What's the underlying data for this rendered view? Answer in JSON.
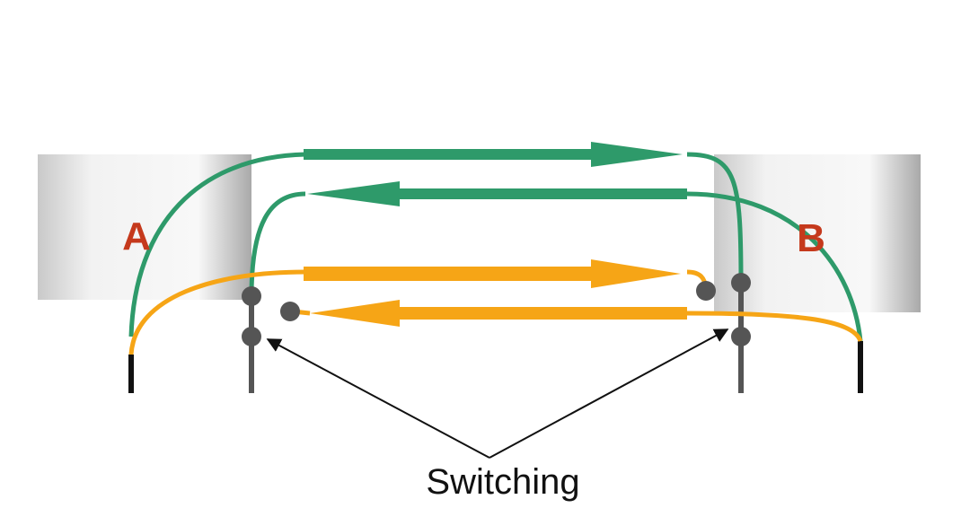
{
  "nodes": [
    {
      "label": "A"
    },
    {
      "label": "B"
    }
  ],
  "annotation": {
    "label": "Switching"
  },
  "colors": {
    "green": "#2e9a6a",
    "orange": "#f6a516",
    "label_red": "#c5391c",
    "switch_gray": "#555555",
    "box_gray": "#d8d8d8",
    "terminal_black": "#111111"
  }
}
